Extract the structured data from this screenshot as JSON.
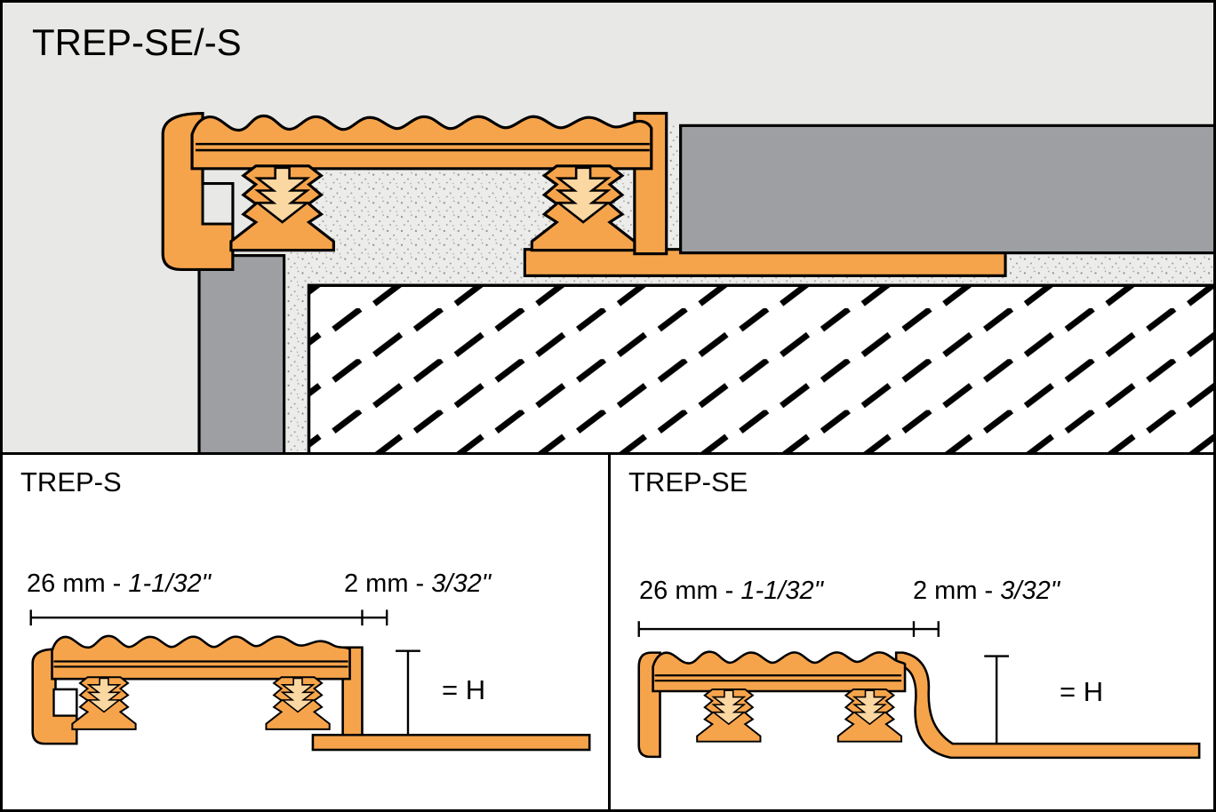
{
  "colors": {
    "panel_bg": "#e8e8e6",
    "profile_orange": "#f6a44c",
    "insert_peach": "#fbd7a2",
    "tile_gray": "#9d9fa2",
    "outline": "#000000"
  },
  "top_panel": {
    "title": "TREP-SE/-S"
  },
  "trep_s_panel": {
    "title": "TREP-S",
    "width_dim": {
      "metric": "26 mm - ",
      "imperial": "1-1/32\""
    },
    "joint_dim": {
      "metric": "2 mm - ",
      "imperial": "3/32\""
    },
    "height_label": "= H"
  },
  "trep_se_panel": {
    "title": "TREP-SE",
    "width_dim": {
      "metric": "26 mm - ",
      "imperial": "1-1/32\""
    },
    "joint_dim": {
      "metric": "2 mm - ",
      "imperial": "3/32\""
    },
    "height_label": "= H"
  }
}
